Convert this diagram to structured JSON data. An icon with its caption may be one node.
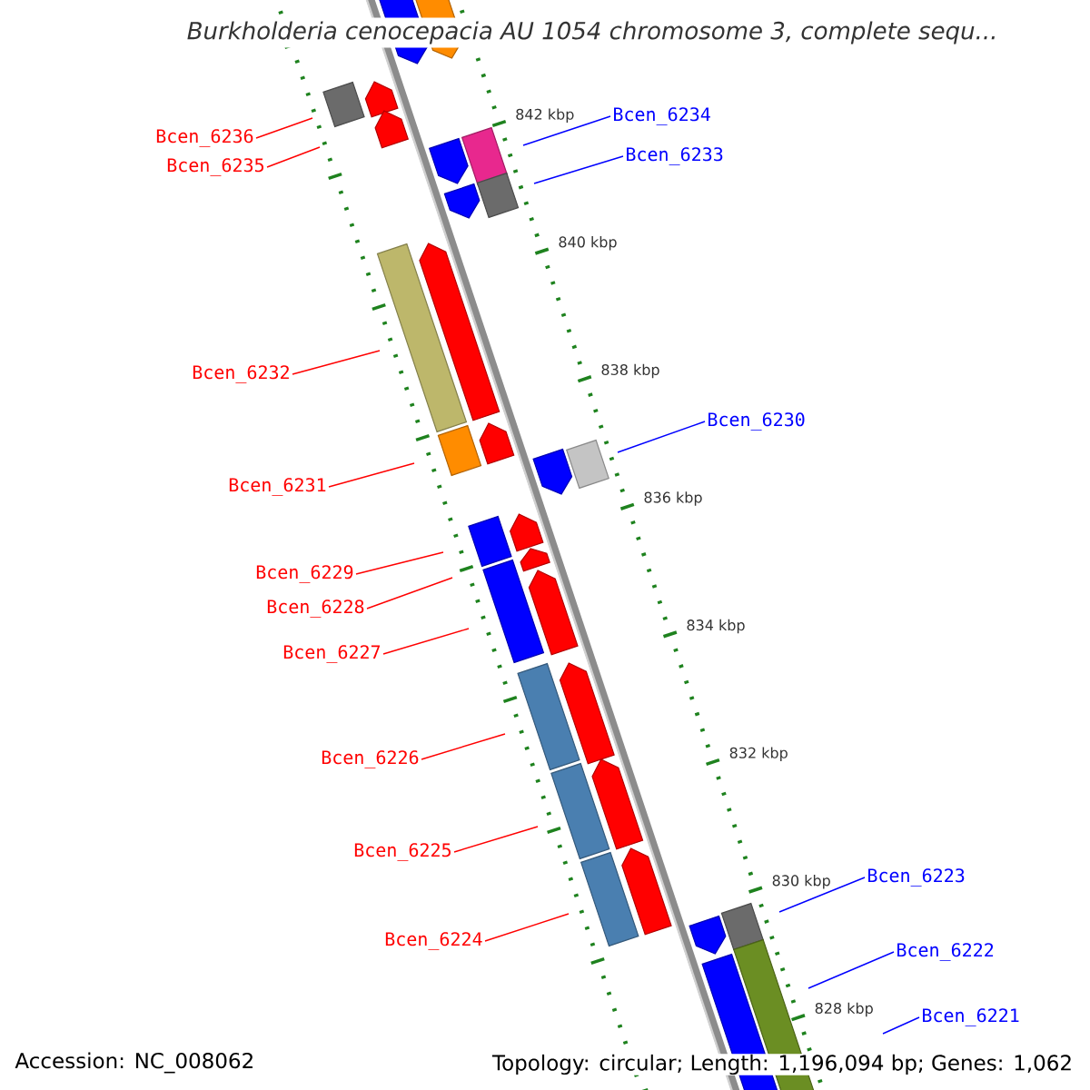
{
  "diagram": {
    "title": "*Burkholderia cenocepacia* AU 1054 chromosome 3, complete sequ...",
    "nodes": [
      {
        "text": [
          "Bcen_6236"
        ]
      },
      {
        "text": [
          "Bcen_6235"
        ]
      },
      {
        "text": [
          "Bcen_6234"
        ]
      },
      {
        "text": [
          "Bcen_6233"
        ]
      },
      {
        "text": [
          "Bcen_6232"
        ]
      },
      {
        "text": [
          "Bcen_6231"
        ]
      },
      {
        "text": [
          "Bcen_6230"
        ]
      },
      {
        "text": [
          "Bcen_6229"
        ]
      },
      {
        "text": [
          "Bcen_6228"
        ]
      },
      {
        "text": [
          "Bcen_6227"
        ]
      },
      {
        "text": [
          "Bcen_6226"
        ]
      },
      {
        "text": [
          "Bcen_6225"
        ]
      },
      {
        "text": [
          "Bcen_6224"
        ]
      },
      {
        "text": [
          "Bcen_6223"
        ]
      },
      {
        "text": [
          "Bcen_6222"
        ]
      },
      {
        "text": [
          "Bcen_6221"
        ]
      }
    ],
    "edges": [
      {
        "from": 0,
        "to": null,
        "arrow": "none"
      },
      {
        "from": 1,
        "to": null,
        "arrow": "none"
      },
      {
        "from": 2,
        "to": null,
        "arrow": "none",
        "color": "#0000ff"
      },
      {
        "from": 3,
        "to": null,
        "arrow": "none",
        "color": "#0000ff"
      },
      {
        "from": 4,
        "to": null,
        "arrow": "none"
      },
      {
        "from": 5,
        "to": null,
        "arrow": "none"
      },
      {
        "from": 6,
        "to": null,
        "arrow": "none",
        "color": "#0000ff"
      },
      {
        "from": 7,
        "to": null,
        "arrow": "none"
      },
      {
        "from": 8,
        "to": null,
        "arrow": "none"
      },
      {
        "from": 9,
        "to": null,
        "arrow": "none"
      },
      {
        "from": 10,
        "to": null,
        "arrow": "none"
      },
      {
        "from": 11,
        "to": null,
        "arrow": "none"
      },
      {
        "from": 12,
        "to": null,
        "arrow": "none"
      },
      {
        "from": 13,
        "to": null,
        "arrow": "none",
        "color": "#0000ff"
      },
      {
        "from": 14,
        "to": null,
        "arrow": "none",
        "color": "#0000ff"
      },
      {
        "from": 15,
        "to": null,
        "arrow": "none",
        "color": "#0000ff"
      }
    ],
    "labels": [
      "842 kbp",
      "840 kbp",
      "838 kbp",
      "836 kbp",
      "834 kbp",
      "832 kbp",
      "830 kbp",
      "828 kbp",
      "Accession: NC_008062",
      "Topology: circular; Length: 1,196,094 bp; Genes: 1,062"
    ]
  }
}
